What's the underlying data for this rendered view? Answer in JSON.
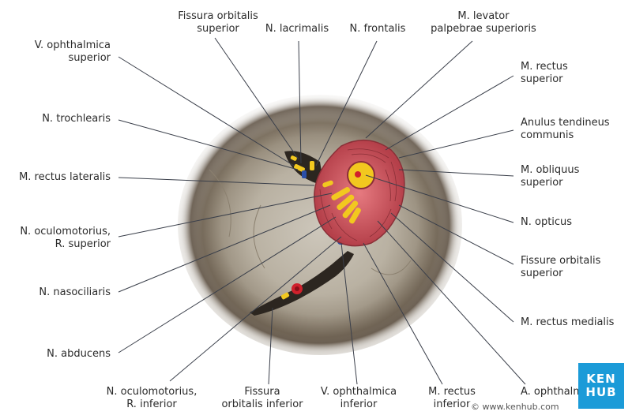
{
  "labels": {
    "fissura_orbitalis_superior": "Fissura orbitalis\nsuperior",
    "n_lacrimalis": "N. lacrimalis",
    "n_frontalis": "N. frontalis",
    "m_levator": "M. levator\npalpebrae superioris",
    "v_ophthalmica_superior": "V. ophthalmica\nsuperior",
    "m_rectus_superior": "M. rectus\nsuperior",
    "n_trochlearis": "N. trochlearis",
    "anulus_tendineus": "Anulus tendineus\ncommunis",
    "m_rectus_lateralis": "M. rectus lateralis",
    "m_obliquus_superior": "M. obliquus\nsuperior",
    "n_oculomotorius_r_superior": "N. oculomotorius,\nR. superior",
    "n_opticus": "N. opticus",
    "fissure_orbitalis_superior": "Fissure orbitalis\nsuperior",
    "n_nasociliaris": "N. nasociliaris",
    "m_rectus_medialis": "M. rectus medialis",
    "n_abducens": "N. abducens",
    "n_oculomotorius_r_inferior": "N. oculomotorius,\nR. inferior",
    "fissura_orbitalis_inferior": "Fissura\norbitalis inferior",
    "v_ophthalmica_inferior": "V. ophthalmica\ninferior",
    "m_rectus_inferior": "M. rectus\ninferior",
    "a_ophthalmica": "A. ophthalm"
  },
  "logo": {
    "line1": "KEN",
    "line2": "HUB"
  },
  "credit": "© www.kenhub.com",
  "colors": {
    "muscle": "#c9505a",
    "nerve": "#f2c81f",
    "vein": "#2a4ea8",
    "artery": "#d0212c",
    "brand": "#1b9bd8"
  }
}
